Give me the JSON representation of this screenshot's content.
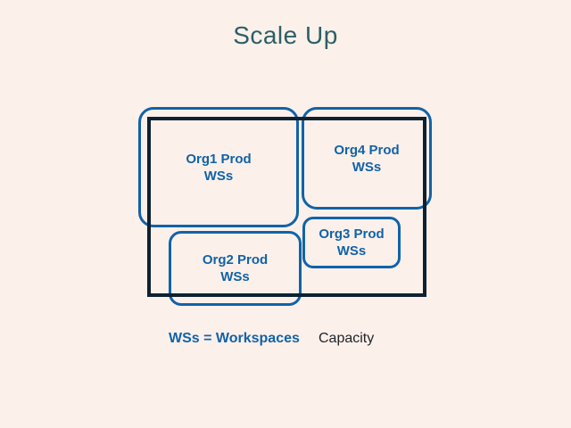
{
  "title": "Scale Up",
  "colors": {
    "background": "#fcf0ea",
    "box_blue": "#1163a8",
    "capacity_dark": "#0e2130",
    "title_teal": "#2c6065",
    "capacity_label_dark": "#212429"
  },
  "diagram": {
    "boxes": [
      {
        "name": "org1",
        "line1": "Org1 Prod",
        "line2": "WSs"
      },
      {
        "name": "org2",
        "line1": "Org2 Prod",
        "line2": "WSs"
      },
      {
        "name": "org3",
        "line1": "Org3 Prod",
        "line2": "WSs"
      },
      {
        "name": "org4",
        "line1": "Org4 Prod",
        "line2": "WSs"
      }
    ],
    "legend": {
      "abbreviation": "WSs = Workspaces",
      "capacity": "Capacity"
    }
  }
}
